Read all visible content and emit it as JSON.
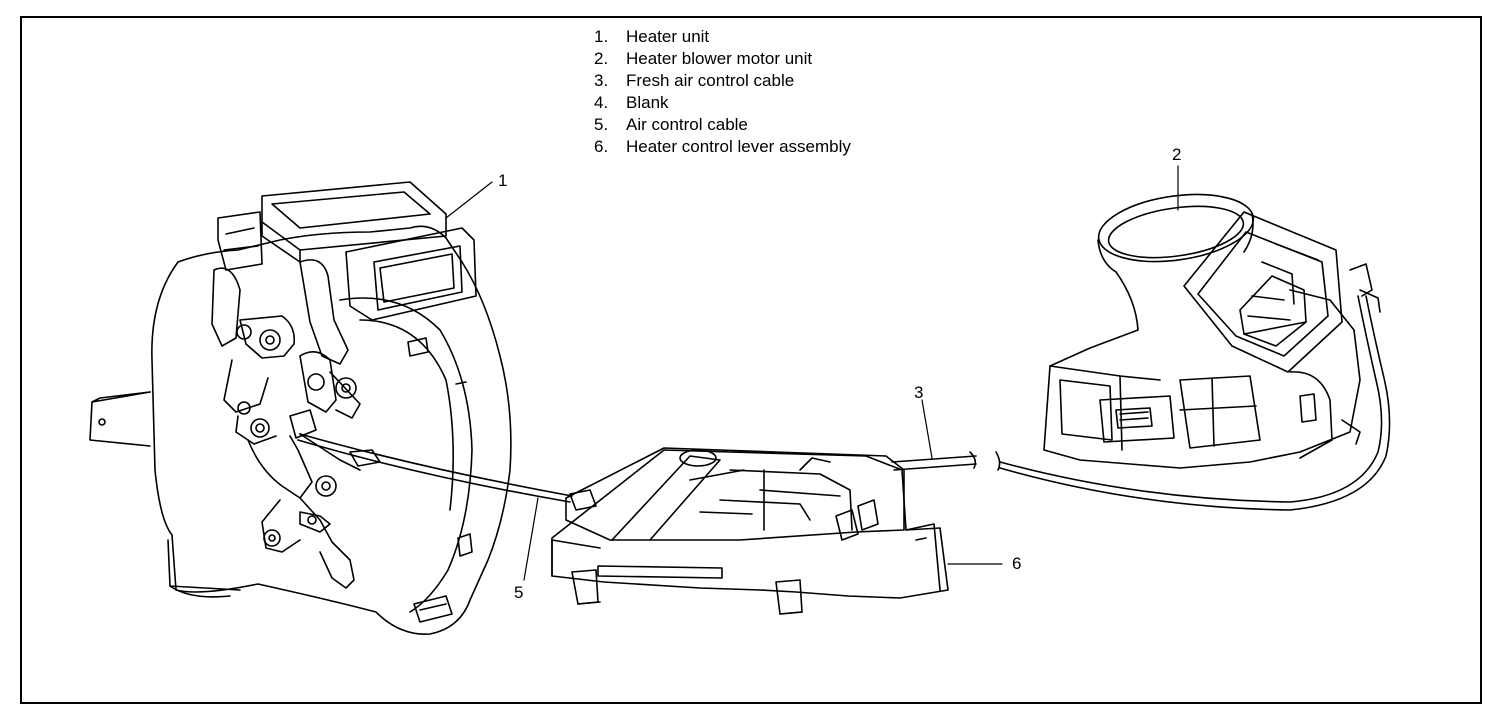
{
  "legend": [
    {
      "num": "1.",
      "label": "Heater unit"
    },
    {
      "num": "2.",
      "label": "Heater blower motor unit"
    },
    {
      "num": "3.",
      "label": "Fresh air control cable"
    },
    {
      "num": "4.",
      "label": "Blank"
    },
    {
      "num": "5.",
      "label": "Air control cable"
    },
    {
      "num": "6.",
      "label": "Heater control lever assembly"
    }
  ],
  "callouts": {
    "c1": "1",
    "c2": "2",
    "c3": "3",
    "c5": "5",
    "c6": "6"
  },
  "colors": {
    "ink": "#000000",
    "paper": "#ffffff"
  }
}
